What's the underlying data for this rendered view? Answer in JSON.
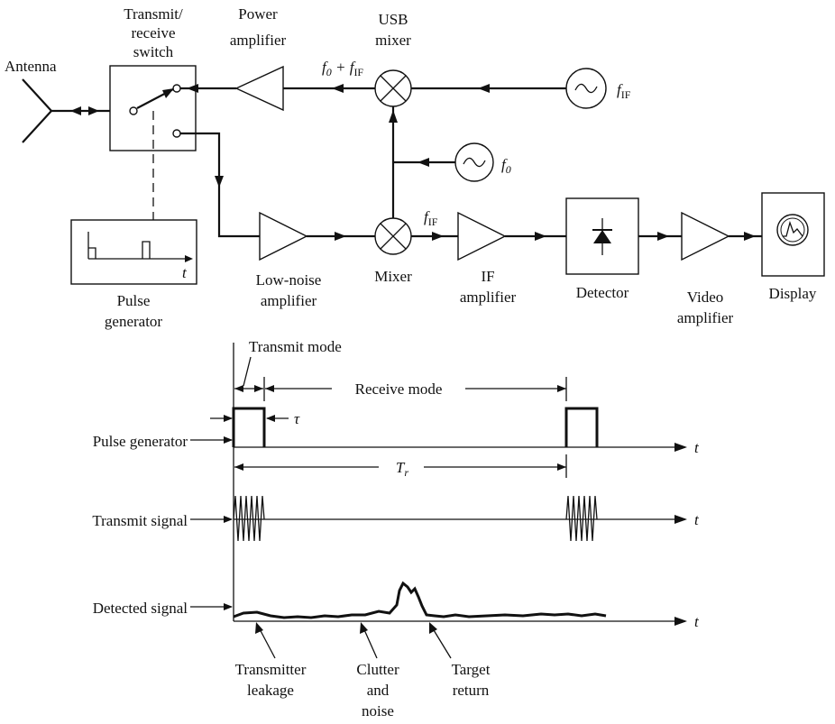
{
  "blocks": {
    "antenna": "Antenna",
    "tr_switch": [
      "Transmit/",
      "receive",
      "switch"
    ],
    "power_amp": [
      "Power",
      "amplifier"
    ],
    "usb_mixer": [
      "USB",
      "mixer"
    ],
    "pulse_gen": [
      "Pulse",
      "generator"
    ],
    "lna": [
      "Low-noise",
      "amplifier"
    ],
    "mixer": "Mixer",
    "if_amp": [
      "IF",
      "amplifier"
    ],
    "detector": "Detector",
    "video_amp": [
      "Video",
      "amplifier"
    ],
    "display": "Display"
  },
  "signals": {
    "sum_freq": "f0 + fIF",
    "f_if": "fIF",
    "f0": "f0",
    "pulse_t": "t"
  },
  "timing": {
    "transmit_mode": "Transmit mode",
    "receive_mode": "Receive mode",
    "tau": "τ",
    "tr": "Tr",
    "rows": [
      "Pulse generator",
      "Transmit signal",
      "Detected signal"
    ],
    "axis_t": "t",
    "annotations": [
      [
        "Transmitter",
        "leakage"
      ],
      [
        "Clutter",
        "and",
        "noise"
      ],
      [
        "Target",
        "return"
      ]
    ]
  }
}
